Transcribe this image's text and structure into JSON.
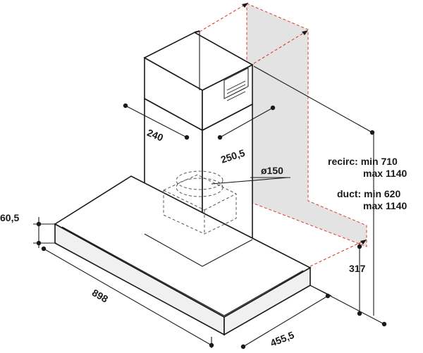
{
  "dimensions": {
    "chimney_width": "240",
    "chimney_depth": "250,5",
    "duct_diameter": "ø150",
    "canopy_height": "60,5",
    "canopy_width": "898",
    "canopy_depth": "455,5",
    "wall_offset": "317"
  },
  "height_notes": {
    "recirc_line1": "recirc: min 710",
    "recirc_line2": "max 1140",
    "duct_line1": "duct: min 620",
    "duct_line2": "max 1140"
  },
  "colors": {
    "line": "#1a1a1a",
    "dash_accent": "#e23a2e",
    "wall_fill": "#e3e3e3"
  }
}
